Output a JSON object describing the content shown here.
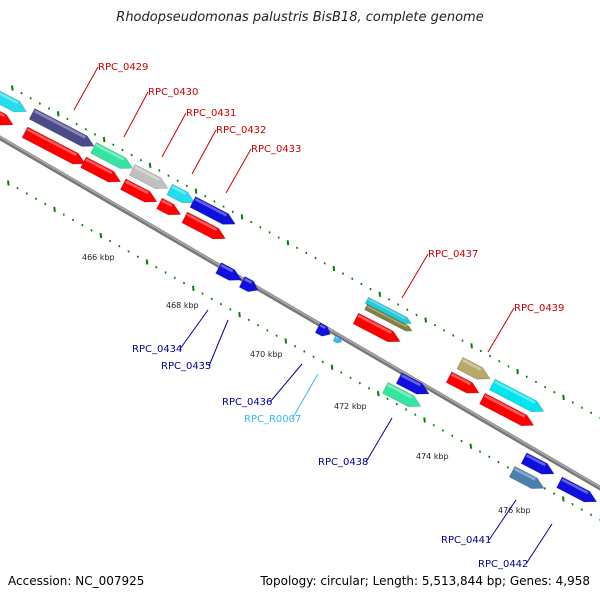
{
  "title": "Rhodopseudomonas palustris BisB18, complete genome",
  "footer": {
    "accession": "Accession: NC_007925",
    "topology": "Topology: circular; Length: 5,513,844 bp; Genes: 4,958"
  },
  "colors": {
    "backbone": "#888888",
    "tick": "#008000",
    "label_red": "#cc0000",
    "label_blue": "#000099",
    "label_cyan": "#33bbff"
  },
  "tick_labels": [
    "466 kbp",
    "468 kbp",
    "470 kbp",
    "472 kbp",
    "474 kbp",
    "476 kbp"
  ],
  "genes": [
    {
      "id": "RPC_0429",
      "color": "#4b4b8c",
      "strand": "+"
    },
    {
      "id": "RPC_0430",
      "color": "#33e6a0",
      "strand": "+"
    },
    {
      "id": "RPC_0431",
      "color": "#c0c0c0",
      "strand": "+"
    },
    {
      "id": "RPC_0432",
      "color": "#22ddee",
      "strand": "+"
    },
    {
      "id": "RPC_0433",
      "color": "#1010dd",
      "strand": "+"
    },
    {
      "id": "RPC_0434",
      "color": "#1010dd",
      "strand": "-"
    },
    {
      "id": "RPC_0435",
      "color": "#1010dd",
      "strand": "-"
    },
    {
      "id": "RPC_0436",
      "color": "#1010dd",
      "strand": "-"
    },
    {
      "id": "RPC_R0007",
      "color": "#33bbff",
      "strand": "-"
    },
    {
      "id": "RPC_0437",
      "color": "#22ccdd",
      "strand": "+"
    },
    {
      "id": "RPC_0438",
      "color": "#33e6a0",
      "strand": "-"
    },
    {
      "id": "RPC_0439",
      "color": "#b5aa6a",
      "strand": "+"
    },
    {
      "id": "RPC_0441",
      "color": "#4a7fb0",
      "strand": "-"
    },
    {
      "id": "RPC_0442",
      "color": "#1010dd",
      "strand": "-"
    }
  ]
}
